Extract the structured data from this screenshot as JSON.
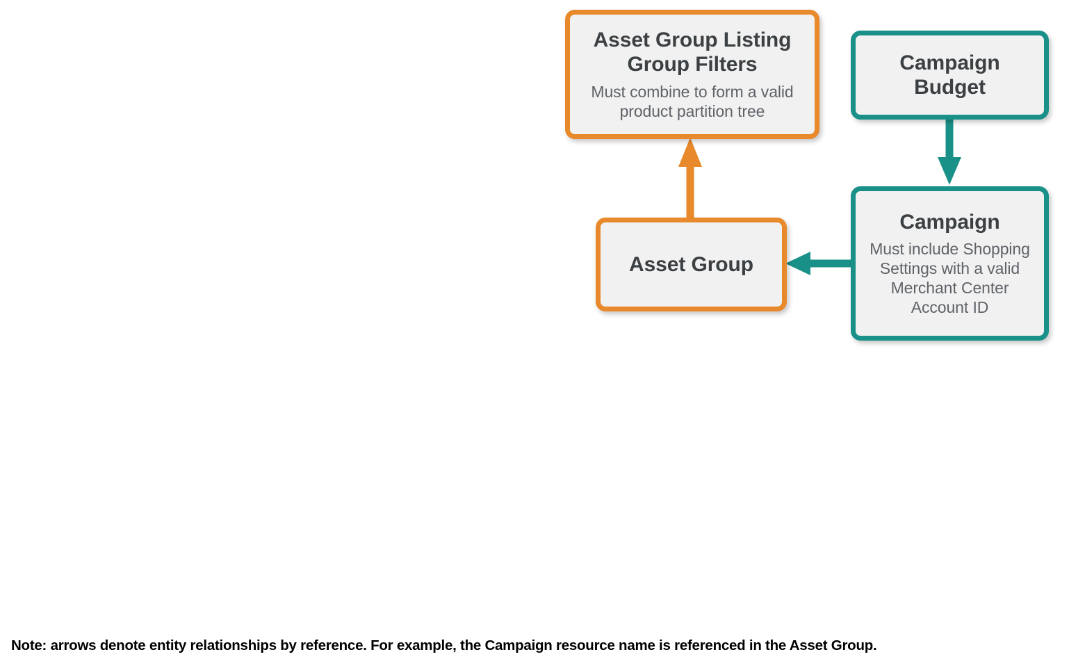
{
  "diagram": {
    "colors": {
      "orange": "#e8892b",
      "teal": "#1a9188",
      "node_fill": "#f1f1f1",
      "title_text": "#3c4043",
      "subtitle_text": "#5f6368",
      "background": "#ffffff"
    },
    "nodes": {
      "asset_group_listing_group_filters": {
        "title": "Asset Group Listing Group Filters",
        "subtitle": "Must combine to form a valid product partition tree",
        "accent": "orange"
      },
      "asset_group": {
        "title": "Asset Group",
        "subtitle": "",
        "accent": "orange"
      },
      "campaign_budget": {
        "title": "Campaign Budget",
        "subtitle": "",
        "accent": "teal"
      },
      "campaign": {
        "title": "Campaign",
        "subtitle": "Must include Shopping Settings with a valid Merchant Center Account ID",
        "accent": "teal"
      }
    },
    "edges": [
      {
        "name": "asset-group-to-listing-group-filters",
        "from": "asset_group",
        "to": "asset_group_listing_group_filters",
        "direction": "up",
        "color": "#e8892b"
      },
      {
        "name": "campaign-budget-to-campaign",
        "from": "campaign_budget",
        "to": "campaign",
        "direction": "down",
        "color": "#1a9188"
      },
      {
        "name": "campaign-to-asset-group",
        "from": "campaign",
        "to": "asset_group",
        "direction": "left",
        "color": "#1a9188"
      }
    ],
    "footer_note": "Note: arrows denote entity relationships by reference. For example, the Campaign resource name is referenced in the Asset Group."
  }
}
